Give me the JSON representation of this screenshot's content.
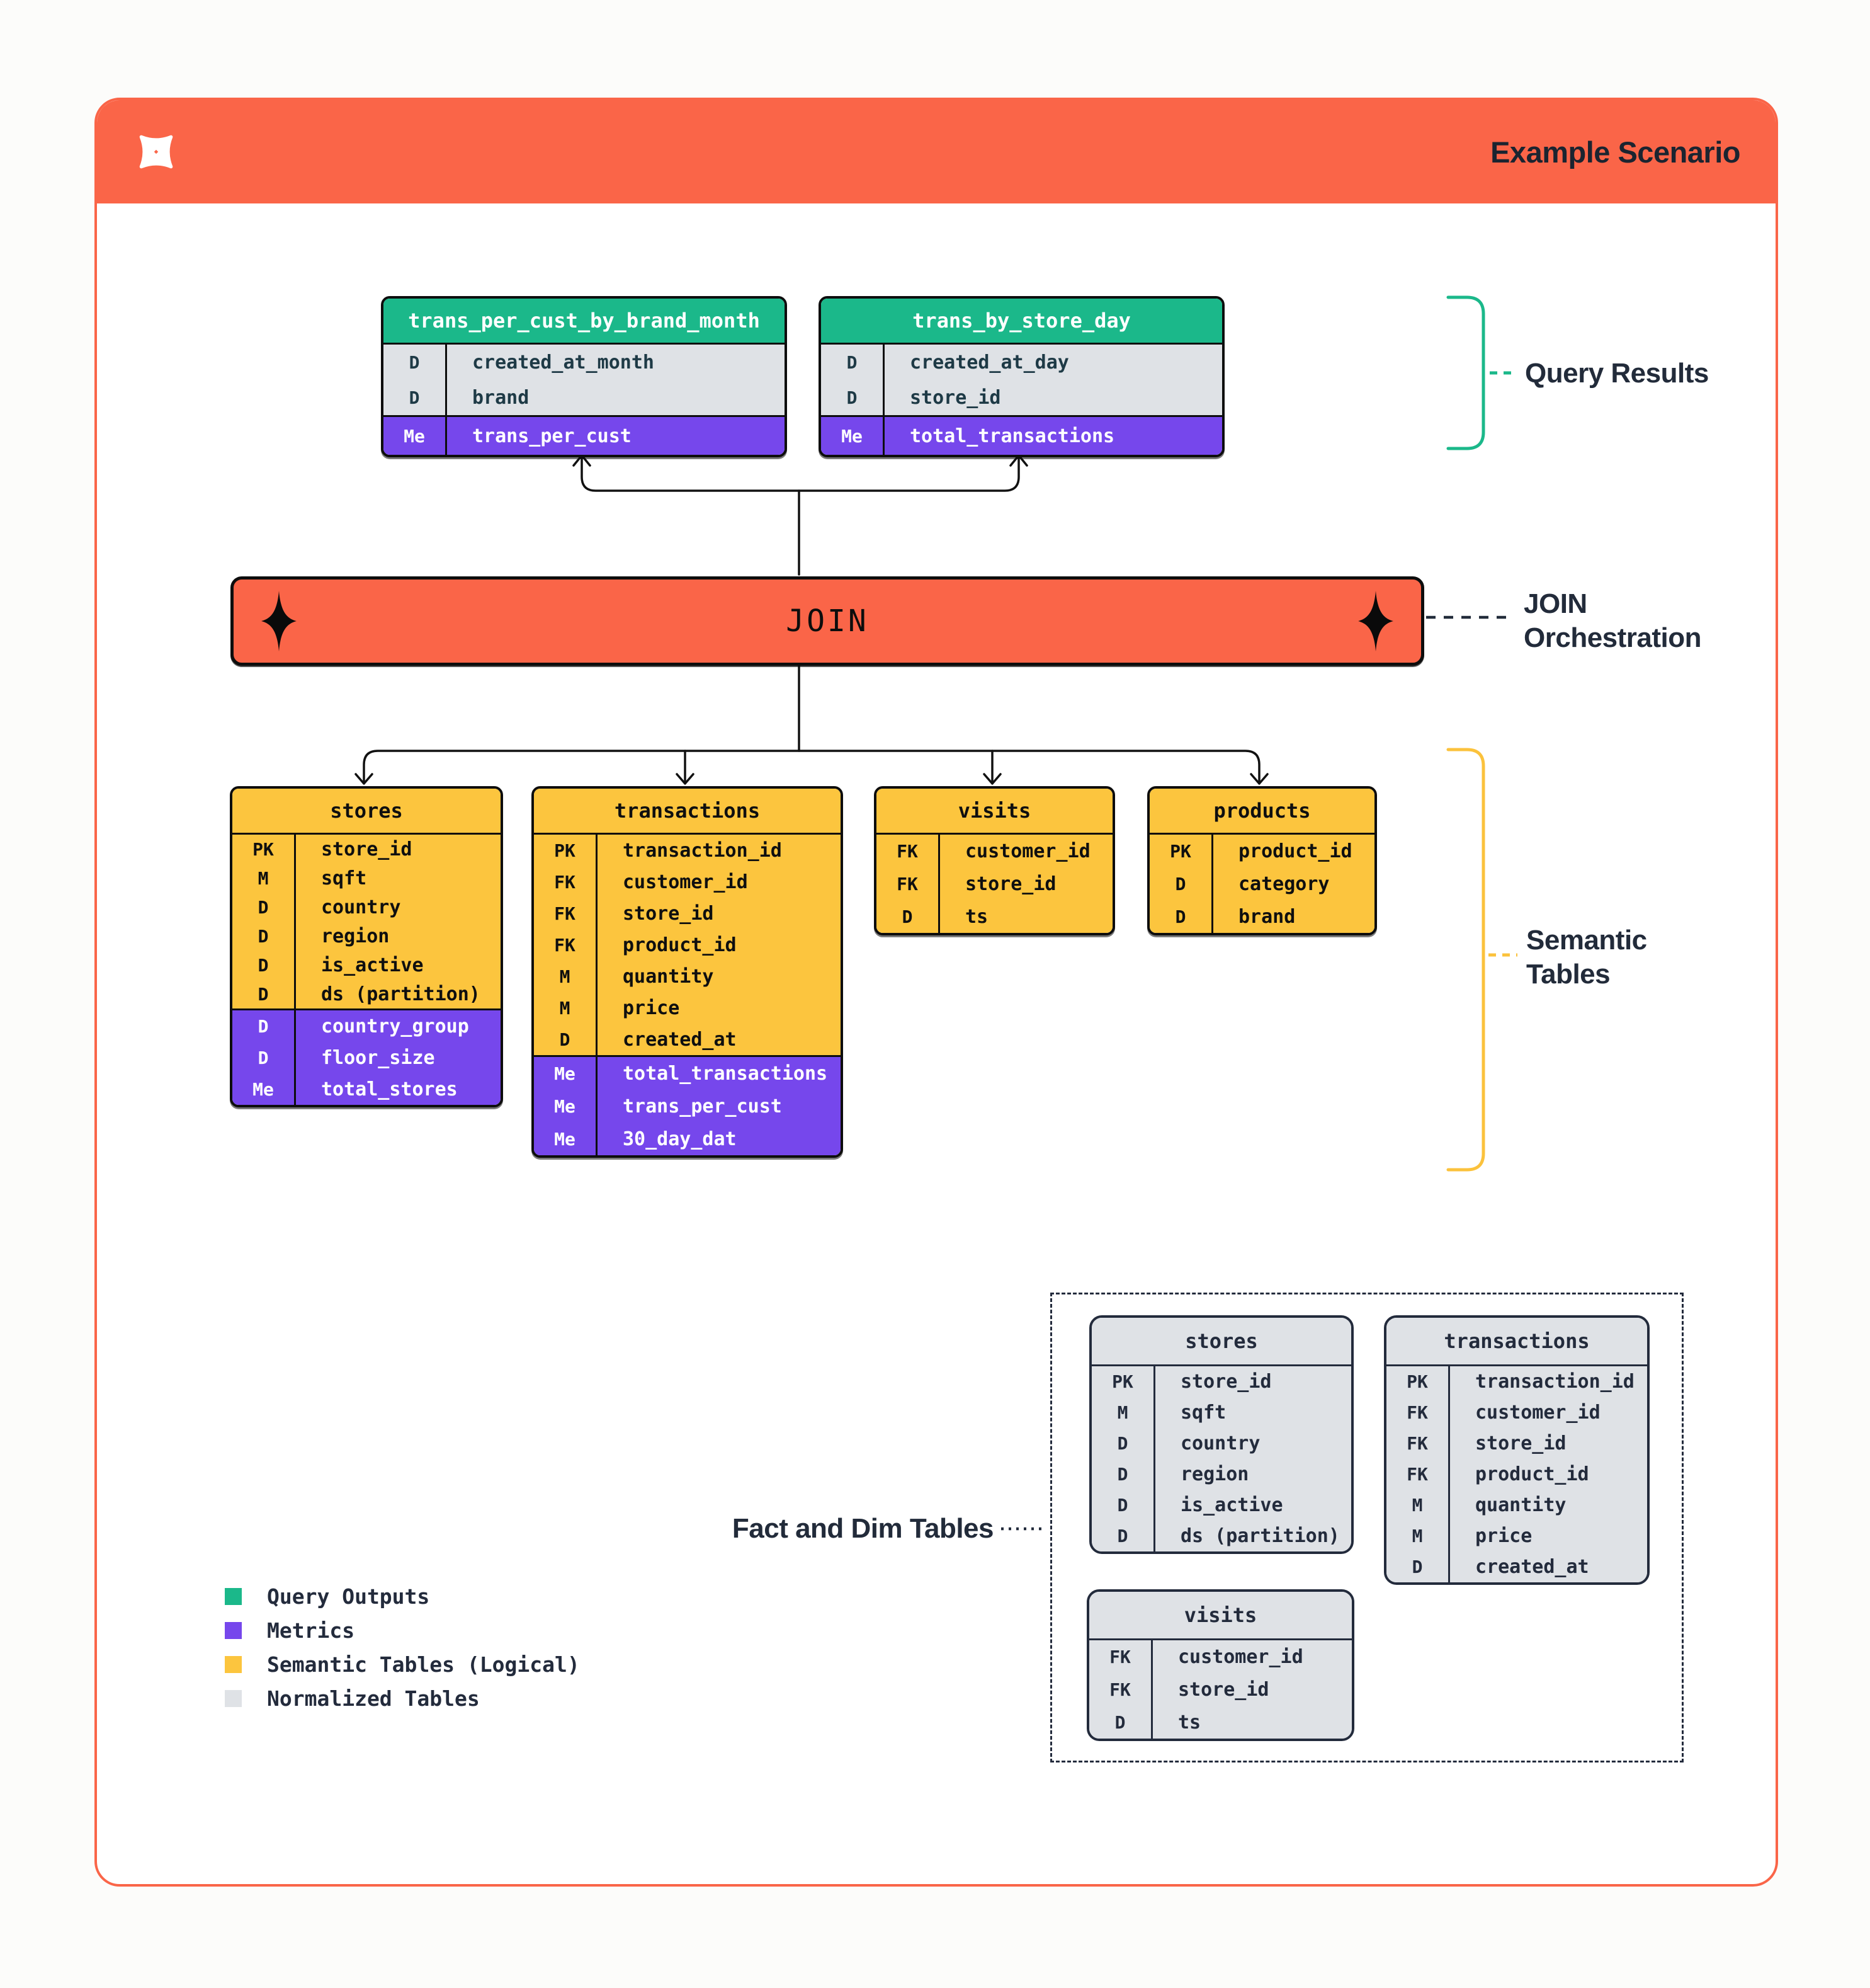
{
  "header": {
    "title": "Example Scenario",
    "logo_icon": "pinwheel-x-logo"
  },
  "colors": {
    "accent_orange": "#FA6548",
    "query_output_green": "#1BB88A",
    "metric_purple": "#7647EC",
    "semantic_yellow": "#FCC53E",
    "normalized_gray": "#DFE2E6",
    "ink": "#222B3C"
  },
  "labels": {
    "query_results": "Query Results",
    "join_orchestration": "JOIN\nOrchestration",
    "semantic_tables": "Semantic\nTables",
    "fact_dim": "Fact and Dim Tables"
  },
  "join": {
    "label": "JOIN",
    "left_icon": "diamond-spark",
    "right_icon": "diamond-spark"
  },
  "query_results": {
    "tables": [
      {
        "name": "trans_per_cust_by_brand_month",
        "dims": [
          [
            "D",
            "created_at_month"
          ],
          [
            "D",
            "brand"
          ]
        ],
        "metrics": [
          [
            "Me",
            "trans_per_cust"
          ]
        ]
      },
      {
        "name": "trans_by_store_day",
        "dims": [
          [
            "D",
            "created_at_day"
          ],
          [
            "D",
            "store_id"
          ]
        ],
        "metrics": [
          [
            "Me",
            "total_transactions"
          ]
        ]
      }
    ]
  },
  "semantic_tables": {
    "tables": [
      {
        "name": "stores",
        "fields": [
          [
            "PK",
            "store_id"
          ],
          [
            "M",
            "sqft"
          ],
          [
            "D",
            "country"
          ],
          [
            "D",
            "region"
          ],
          [
            "D",
            "is_active"
          ],
          [
            "D",
            "ds (partition)"
          ]
        ],
        "metrics": [
          [
            "D",
            "country_group"
          ],
          [
            "D",
            "floor_size"
          ],
          [
            "Me",
            "total_stores"
          ]
        ]
      },
      {
        "name": "transactions",
        "fields": [
          [
            "PK",
            "transaction_id"
          ],
          [
            "FK",
            "customer_id"
          ],
          [
            "FK",
            "store_id"
          ],
          [
            "FK",
            "product_id"
          ],
          [
            "M",
            "quantity"
          ],
          [
            "M",
            "price"
          ],
          [
            "D",
            "created_at"
          ]
        ],
        "metrics": [
          [
            "Me",
            "total_transactions"
          ],
          [
            "Me",
            "trans_per_cust"
          ],
          [
            "Me",
            "30_day_dat"
          ]
        ]
      },
      {
        "name": "visits",
        "fields": [
          [
            "FK",
            "customer_id"
          ],
          [
            "FK",
            "store_id"
          ],
          [
            "D",
            "ts"
          ]
        ],
        "metrics": []
      },
      {
        "name": "products",
        "fields": [
          [
            "PK",
            "product_id"
          ],
          [
            "D",
            "category"
          ],
          [
            "D",
            "brand"
          ]
        ],
        "metrics": []
      }
    ]
  },
  "normalized_tables": {
    "tables": [
      {
        "name": "stores",
        "fields": [
          [
            "PK",
            "store_id"
          ],
          [
            "M",
            "sqft"
          ],
          [
            "D",
            "country"
          ],
          [
            "D",
            "region"
          ],
          [
            "D",
            "is_active"
          ],
          [
            "D",
            "ds (partition)"
          ]
        ]
      },
      {
        "name": "transactions",
        "fields": [
          [
            "PK",
            "transaction_id"
          ],
          [
            "FK",
            "customer_id"
          ],
          [
            "FK",
            "store_id"
          ],
          [
            "FK",
            "product_id"
          ],
          [
            "M",
            "quantity"
          ],
          [
            "M",
            "price"
          ],
          [
            "D",
            "created_at"
          ]
        ]
      },
      {
        "name": "visits",
        "fields": [
          [
            "FK",
            "customer_id"
          ],
          [
            "FK",
            "store_id"
          ],
          [
            "D",
            "ts"
          ]
        ]
      }
    ]
  },
  "legend": {
    "items": [
      {
        "label": "Query Outputs",
        "color": "#1BB88A"
      },
      {
        "label": "Metrics",
        "color": "#7647EC"
      },
      {
        "label": "Semantic Tables (Logical)",
        "color": "#FCC53E"
      },
      {
        "label": "Normalized Tables",
        "color": "#DFE2E6"
      }
    ]
  }
}
